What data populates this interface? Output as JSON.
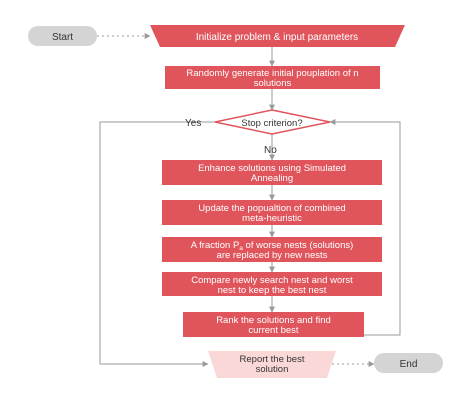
{
  "colors": {
    "process_fill": "#e0555c",
    "process_text": "#ffffff",
    "terminal_fill": "#d4d4d4",
    "terminal_text": "#333333",
    "decision_stroke": "#e0555c",
    "decision_text": "#333333",
    "report_fill": "#fbd8d8",
    "report_text": "#333333",
    "connector": "#9a9a9a",
    "label_text": "#333333"
  },
  "start": {
    "label": "Start"
  },
  "end": {
    "label": "End"
  },
  "steps": {
    "initialize": "Initialize problem & input parameters",
    "generate": [
      "Randomly generate initial pouplation of n",
      "solutions"
    ],
    "enhance": [
      "Enhance solutions using Simulated",
      "Annealing"
    ],
    "update": [
      "Update the popualtion of combined",
      "meta-heuristic"
    ],
    "fraction": [
      "A fraction P",
      "a",
      " of worse nests (solutions)",
      "are replaced  by new nests"
    ],
    "compare": [
      "Compare newly search nest and worst",
      "nest to keep the best nest"
    ],
    "rank": [
      "Rank the solutions and find",
      "current best"
    ]
  },
  "decision": {
    "label": "Stop criterion?"
  },
  "edges": {
    "yes": "Yes",
    "no": "No"
  },
  "report": {
    "label": [
      "Report the best",
      "solution"
    ]
  }
}
